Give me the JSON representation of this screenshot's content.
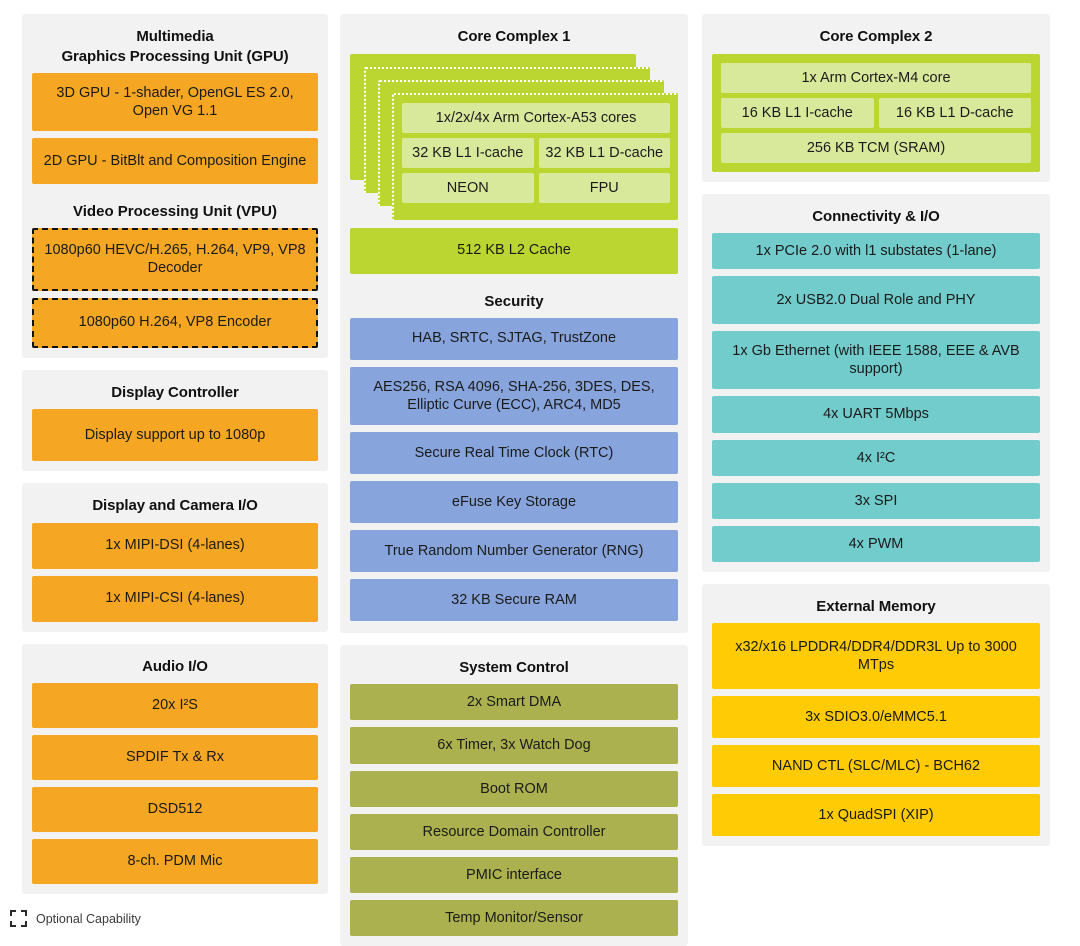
{
  "left_column": {
    "panel": {
      "title_line1": "Multimedia",
      "title_line2": "Graphics Processing Unit (GPU)",
      "gpu_blocks": [
        "3D GPU - 1-shader, OpenGL ES 2.0, Open VG 1.1",
        "2D GPU - BitBlt and Composition Engine"
      ],
      "vpu_title": "Video Processing Unit (VPU)",
      "vpu_blocks": [
        "1080p60 HEVC/H.265, H.264, VP9, VP8 Decoder",
        "1080p60 H.264, VP8 Encoder"
      ]
    },
    "display_controller": {
      "title": "Display Controller",
      "blocks": [
        "Display support up to 1080p"
      ]
    },
    "display_camera_io": {
      "title": "Display and Camera I/O",
      "blocks": [
        "1x MIPI-DSI (4-lanes)",
        "1x MIPI-CSI (4-lanes)"
      ]
    },
    "audio_io": {
      "title": "Audio I/O",
      "blocks": [
        "20x I²S",
        "SPDIF Tx & Rx",
        "DSD512",
        "8-ch. PDM Mic"
      ]
    }
  },
  "middle_column": {
    "core_complex_1": {
      "title": "Core Complex 1",
      "card": {
        "cores": "1x/2x/4x Arm Cortex-A53 cores",
        "l1i": "32 KB L1 I-cache",
        "l1d": "32 KB L1 D-cache",
        "neon": "NEON",
        "fpu": "FPU"
      },
      "l2_cache": "512 KB L2 Cache"
    },
    "security": {
      "title": "Security",
      "blocks": [
        "HAB, SRTC, SJTAG, TrustZone",
        "AES256, RSA 4096, SHA-256, 3DES, DES, Elliptic Curve (ECC), ARC4, MD5",
        "Secure Real Time Clock (RTC)",
        "eFuse Key Storage",
        "True Random Number Generator (RNG)",
        "32 KB Secure RAM"
      ]
    },
    "system_control": {
      "title": "System Control",
      "blocks": [
        "2x Smart DMA",
        "6x Timer, 3x Watch Dog",
        "Boot ROM",
        "Resource Domain Controller",
        "PMIC interface",
        "Temp Monitor/Sensor"
      ]
    }
  },
  "right_column": {
    "core_complex_2": {
      "title": "Core Complex 2",
      "core": "1x Arm Cortex-M4 core",
      "l1i": "16 KB L1  I-cache",
      "l1d": "16 KB L1 D-cache",
      "tcm": "256 KB TCM (SRAM)"
    },
    "connectivity": {
      "title": "Connectivity & I/O",
      "blocks": [
        "1x PCIe 2.0 with l1 substates (1-lane)",
        "2x USB2.0 Dual Role and PHY",
        "1x Gb Ethernet (with IEEE 1588, EEE & AVB support)",
        "4x UART 5Mbps",
        "4x I²C",
        "3x SPI",
        "4x PWM"
      ]
    },
    "external_memory": {
      "title": "External Memory",
      "blocks": [
        "x32/x16 LPDDR4/DDR4/DDR3L Up to 3000 MTps",
        "3x SDIO3.0/eMMC5.1",
        "NAND CTL (SLC/MLC) - BCH62",
        "1x QuadSPI (XIP)"
      ]
    }
  },
  "legend": {
    "label": "Optional Capability"
  },
  "colors": {
    "orange": "#f5a623",
    "yellow": "#ffcb05",
    "teal": "#71cccb",
    "blue": "#87a4dc",
    "olive": "#aab14e",
    "green_dark": "#bcd631",
    "green_light": "#d9e99c",
    "panel_bg": "#f2f2f2"
  }
}
